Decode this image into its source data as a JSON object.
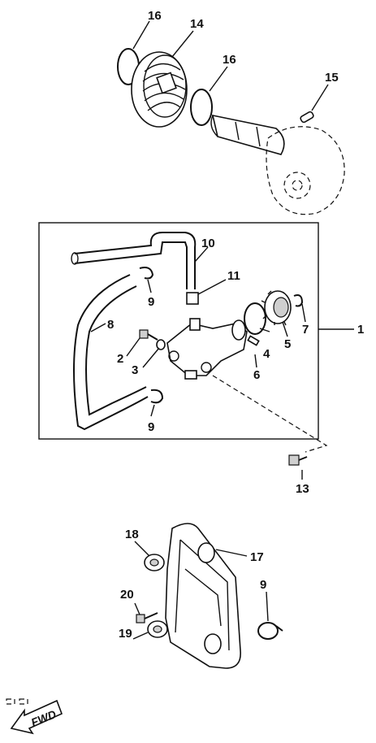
{
  "parts": {
    "p1": "1",
    "p2": "2",
    "p3": "3",
    "p4": "4",
    "p5": "5",
    "p6": "6",
    "p7": "7",
    "p8": "8",
    "p9a": "9",
    "p9b": "9",
    "p9c": "9",
    "p10": "10",
    "p11": "11",
    "p13": "13",
    "p14": "14",
    "p15": "15",
    "p16a": "16",
    "p16b": "16",
    "p17": "17",
    "p18": "18",
    "p19": "19",
    "p20": "20"
  },
  "fwd_label": "FWD",
  "colors": {
    "ink": "#111111",
    "background": "#ffffff"
  }
}
